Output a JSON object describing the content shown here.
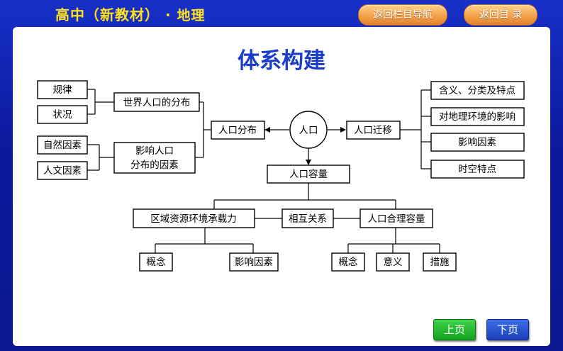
{
  "header": {
    "title": "高中（新教材）",
    "dot": "·",
    "subject": "地理"
  },
  "top_buttons": {
    "nav_label": "返回栏目导航",
    "toc_label": "返回目 录"
  },
  "diagram": {
    "title": "体系构建",
    "nodes": {
      "guilv": "规律",
      "zhuangkuang": "状况",
      "shijie_fenbu": "世界人口的分布",
      "ziran": "自然因素",
      "renwen": "人文因素",
      "yingxiang_fenbu_l1": "影响人口",
      "yingxiang_fenbu_l2": "分布的因素",
      "renkou_fenbu": "人口分布",
      "renkou": "人口",
      "renkou_qianyi": "人口迁移",
      "hanyi": "含义、分类及特点",
      "huanjing": "对地理环境的影响",
      "qianyi_yinsu": "影响因素",
      "shikong": "时空特点",
      "renkou_rongliang": "人口容量",
      "chengzai": "区域资源环境承载力",
      "xianghu": "相互关系",
      "heli": "人口合理容量",
      "gainian1": "概念",
      "yingxiang2": "影响因素",
      "gainian2": "概念",
      "yiyi": "意义",
      "cuoshi": "措施"
    }
  },
  "bottom_nav": {
    "prev": "上页",
    "next": "下页"
  }
}
